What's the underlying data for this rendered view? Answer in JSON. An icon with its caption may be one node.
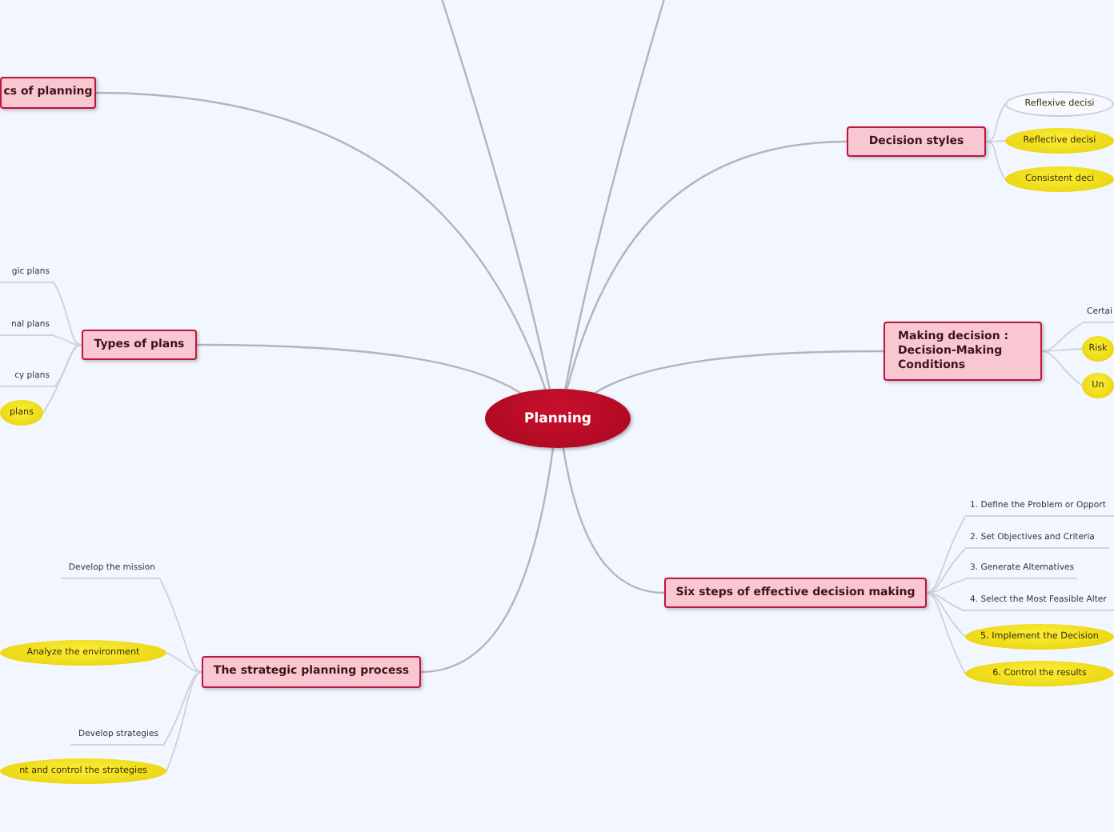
{
  "diagram": {
    "nodes": [
      {
        "text": [
          "Planning"
        ]
      },
      {
        "text": [
          "cs of planning"
        ]
      },
      {
        "text": [
          "Types of plans"
        ]
      },
      {
        "text": [
          "gic plans"
        ]
      },
      {
        "text": [
          "nal plans"
        ]
      },
      {
        "text": [
          "cy plans"
        ]
      },
      {
        "text": [
          "plans"
        ]
      },
      {
        "text": [
          "The strategic planning process"
        ]
      },
      {
        "text": [
          "Develop the mission"
        ]
      },
      {
        "text": [
          "Analyze the environment"
        ]
      },
      {
        "text": [
          "Develop strategies"
        ]
      },
      {
        "text": [
          "nt and control the strategies"
        ]
      },
      {
        "text": [
          "Decision styles"
        ]
      },
      {
        "text": [
          "Reflexive decisi"
        ]
      },
      {
        "text": [
          "Reflective decisi"
        ]
      },
      {
        "text": [
          "Consistent deci"
        ]
      },
      {
        "text": [
          "Making decision : Decision-Making Conditions"
        ]
      },
      {
        "text": [
          "Certai"
        ]
      },
      {
        "text": [
          "Risk"
        ]
      },
      {
        "text": [
          "Un"
        ]
      },
      {
        "text": [
          "Six steps of effective decision making"
        ]
      },
      {
        "text": [
          "1. Define the Problem or Opport"
        ]
      },
      {
        "text": [
          "2. Set Objectives and Criteria"
        ]
      },
      {
        "text": [
          "3. Generate Alternatives"
        ]
      },
      {
        "text": [
          "4. Select the Most Feasible Alter"
        ]
      },
      {
        "text": [
          "5. Implement the Decision"
        ]
      },
      {
        "text": [
          "6.  Control the results"
        ]
      }
    ],
    "edges": [
      {
        "from": 0,
        "to": null,
        "arrow": "none"
      },
      {
        "from": 0,
        "to": null,
        "arrow": "none"
      },
      {
        "from": 0,
        "to": 1,
        "arrow": "none"
      },
      {
        "from": 0,
        "to": 2,
        "arrow": "none"
      },
      {
        "from": 0,
        "to": 7,
        "arrow": "none"
      },
      {
        "from": 0,
        "to": 12,
        "arrow": "none"
      },
      {
        "from": 0,
        "to": 16,
        "arrow": "none"
      },
      {
        "from": 0,
        "to": 20,
        "arrow": "none"
      },
      {
        "from": 2,
        "to": 3,
        "arrow": "none"
      },
      {
        "from": 2,
        "to": 4,
        "arrow": "none"
      },
      {
        "from": 2,
        "to": 5,
        "arrow": "none"
      },
      {
        "from": 2,
        "to": 6,
        "arrow": "none"
      },
      {
        "from": 7,
        "to": 8,
        "arrow": "none"
      },
      {
        "from": 7,
        "to": 9,
        "arrow": "none"
      },
      {
        "from": 7,
        "to": 10,
        "arrow": "none"
      },
      {
        "from": 7,
        "to": 11,
        "arrow": "none"
      },
      {
        "from": 12,
        "to": 13,
        "arrow": "none"
      },
      {
        "from": 12,
        "to": 14,
        "arrow": "none"
      },
      {
        "from": 12,
        "to": 15,
        "arrow": "none"
      },
      {
        "from": 16,
        "to": 17,
        "arrow": "none"
      },
      {
        "from": 16,
        "to": 18,
        "arrow": "none"
      },
      {
        "from": 16,
        "to": 19,
        "arrow": "none"
      },
      {
        "from": 20,
        "to": 21,
        "arrow": "none"
      },
      {
        "from": 20,
        "to": 22,
        "arrow": "none"
      },
      {
        "from": 20,
        "to": 23,
        "arrow": "none"
      },
      {
        "from": 20,
        "to": 24,
        "arrow": "none"
      },
      {
        "from": 20,
        "to": 25,
        "arrow": "none"
      },
      {
        "from": 20,
        "to": 26,
        "arrow": "none"
      }
    ]
  }
}
